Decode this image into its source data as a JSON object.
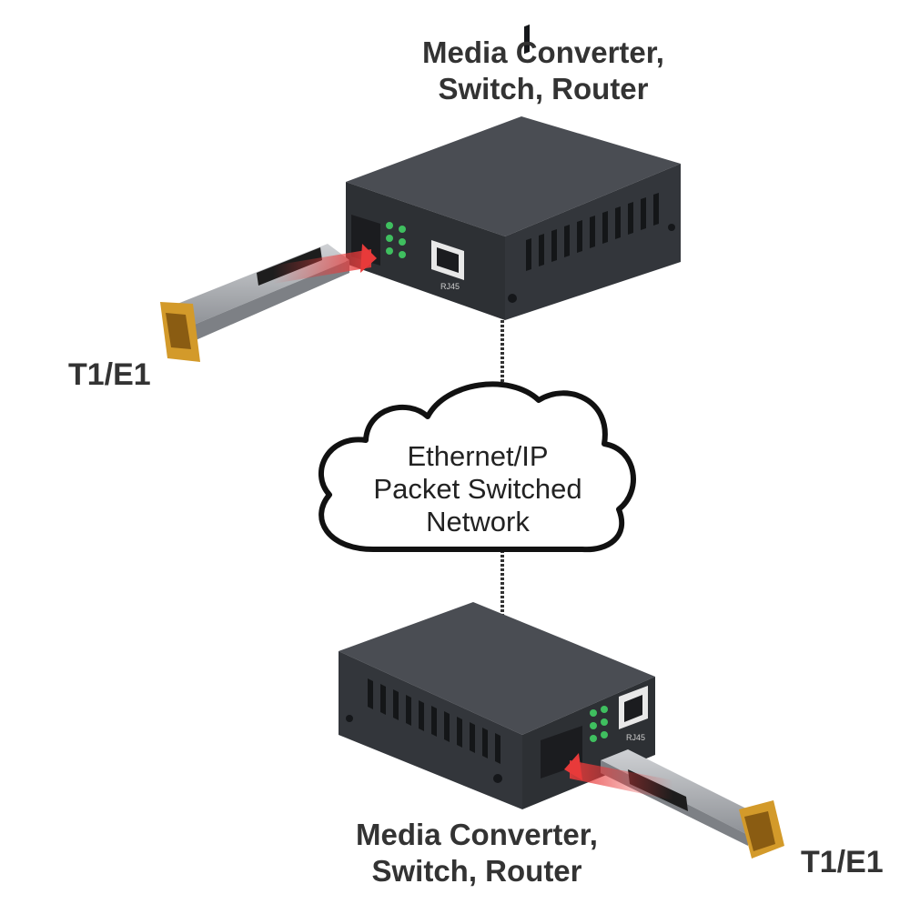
{
  "labels": {
    "top_device": [
      "Media Converter,",
      "Switch, Router"
    ],
    "bottom_device": [
      "Media Converter,",
      "Switch, Router"
    ],
    "top_module": "T1/E1",
    "bottom_module": "T1/E1",
    "network": [
      "Ethernet/IP",
      "Packet Switched",
      "Network"
    ],
    "top_port": "RJ45",
    "bottom_port": "RJ45"
  },
  "colors": {
    "device_body": "#3a3d42",
    "device_top": "#4a4d53",
    "device_front": "#2d3034",
    "led": "#3fbf5f",
    "arrow": "#e83a3a",
    "cable": "#333333",
    "cloud_stroke": "#111111",
    "sfp_metal": "#a7a9ad",
    "sfp_gold": "#d39a2a",
    "text": "#333333"
  }
}
